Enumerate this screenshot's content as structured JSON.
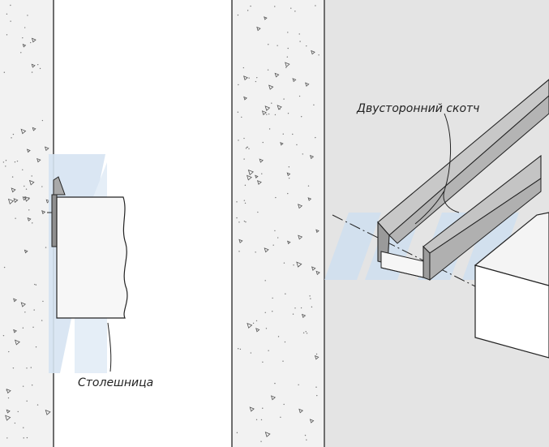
{
  "labels": {
    "countertop": "Столешница",
    "tape": "Двусторонний скотч"
  },
  "watermark": {
    "text": "ЛОИ",
    "color": "#cfe0f0"
  },
  "colors": {
    "wall": "#f2f2f2",
    "shaded_area": "#e4e4e4",
    "line": "#222222",
    "profile_fill": "#b9b9b9",
    "profile_dark": "#8f8f8f"
  }
}
